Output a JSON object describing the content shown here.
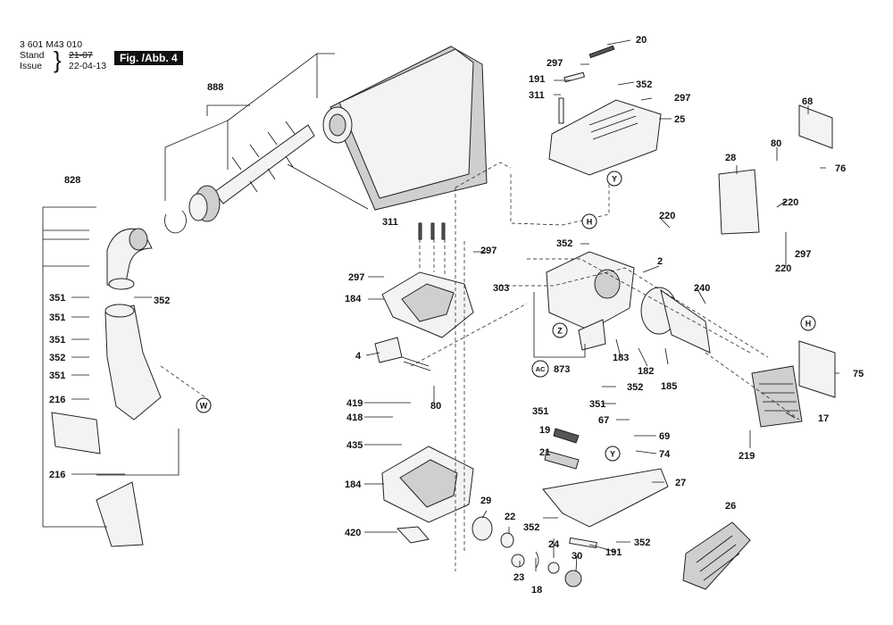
{
  "header": {
    "doc_number": "3 601 M43 010",
    "stand_label": "Stand",
    "stand_value": "21-07",
    "issue_label": "Issue",
    "issue_value": "22-04-13",
    "brace": "}",
    "figure_title": "Fig. /Abb. 4"
  },
  "labels": {
    "l20": "20",
    "l297a": "297",
    "l191a": "191",
    "l352a": "352",
    "l311a": "311",
    "l297b": "297",
    "l25": "25",
    "l888": "888",
    "l828": "828",
    "l68": "68",
    "l80a": "80",
    "l28": "28",
    "l76": "76",
    "l220a": "220",
    "l297c": "297",
    "l220b": "220",
    "l220c": "220",
    "l311b": "311",
    "l297d": "297",
    "l352b": "352",
    "l2": "2",
    "l297e": "297",
    "l303": "303",
    "l184a": "184",
    "l240": "240",
    "l351a": "351",
    "l352c": "352",
    "l351b": "351",
    "l351c": "351",
    "l352d": "352",
    "l351d": "351",
    "l216a": "216",
    "l4": "4",
    "l183": "183",
    "l182": "182",
    "l185": "185",
    "l873": "873",
    "l352e": "352",
    "l75": "75",
    "l419": "419",
    "l80b": "80",
    "l418": "418",
    "l351e": "351",
    "l351f": "351",
    "l67": "67",
    "l17": "17",
    "l19": "19",
    "l69": "69",
    "l435": "435",
    "l21": "21",
    "l74": "74",
    "l219": "219",
    "l216b": "216",
    "l27": "27",
    "l184b": "184",
    "l29": "29",
    "l26": "26",
    "l22": "22",
    "l420": "420",
    "l352f": "352",
    "l352g": "352",
    "l24": "24",
    "l191b": "191",
    "l30": "30",
    "l23": "23",
    "l18": "18"
  },
  "view_markers": {
    "y_top": "Y",
    "h_center": "H",
    "h_right": "H",
    "z": "Z",
    "ac": "AC",
    "w": "W",
    "y_bottom": "Y"
  }
}
